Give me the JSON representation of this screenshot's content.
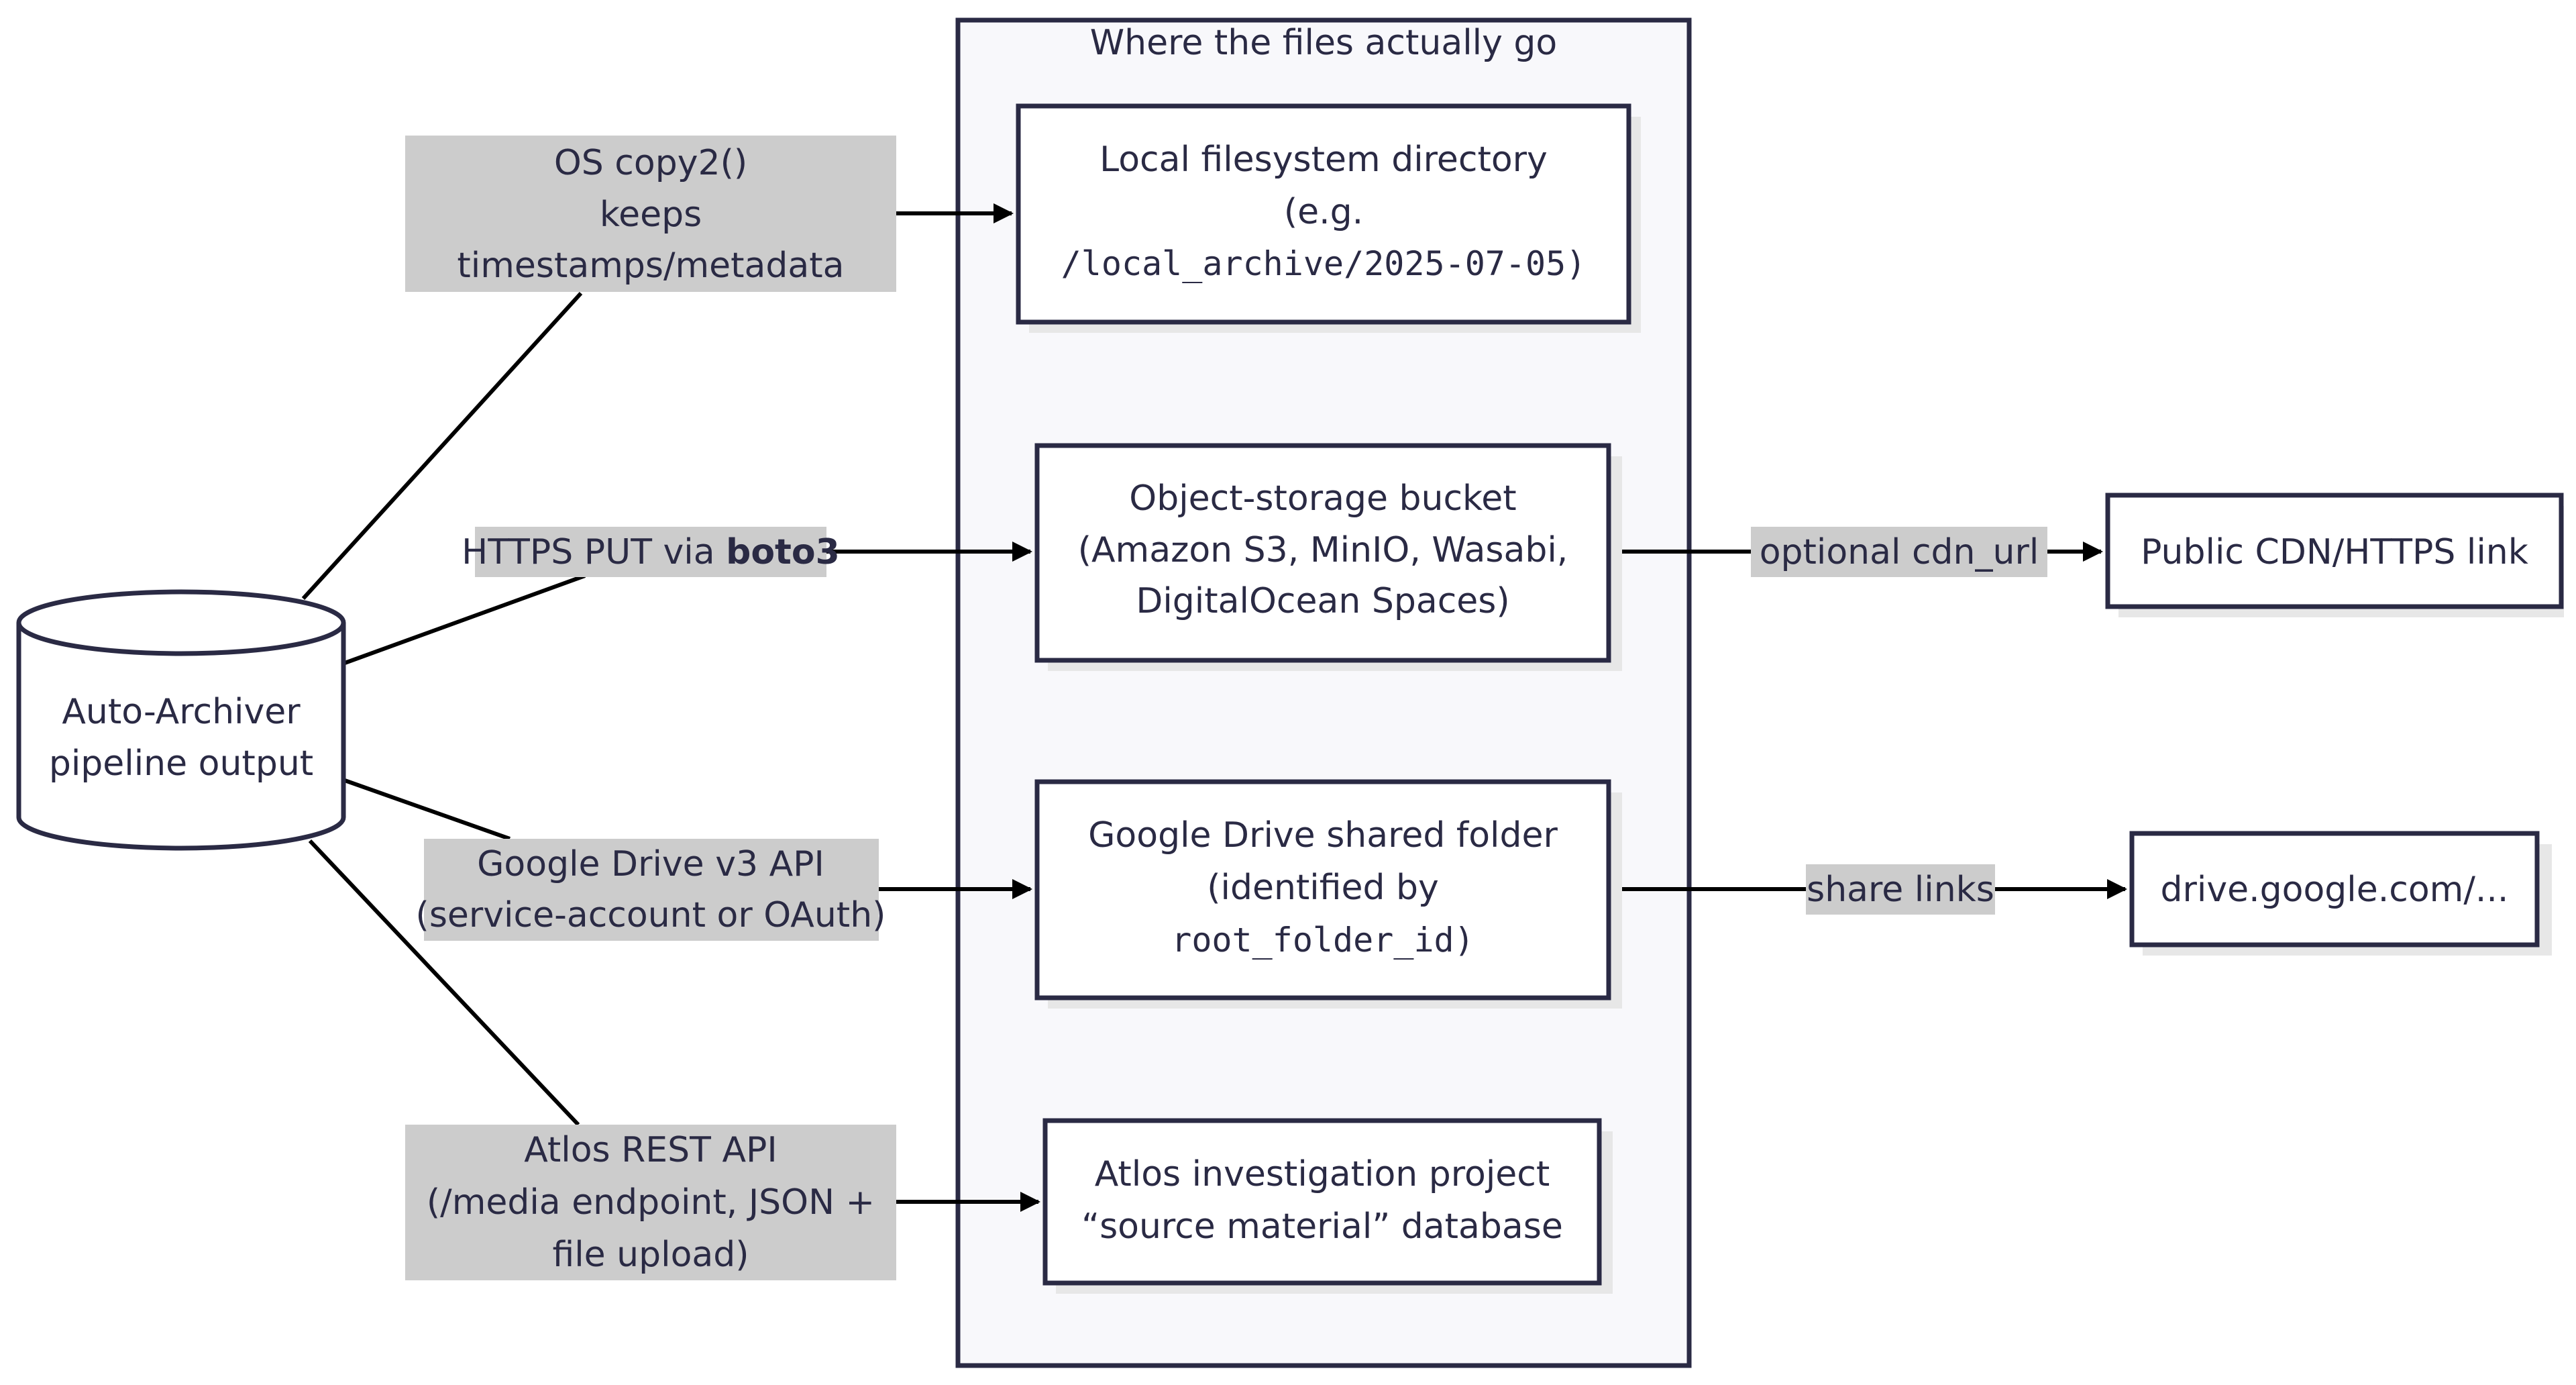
{
  "cluster": {
    "title": "Where the files actually go"
  },
  "source": {
    "line1": "Auto-Archiver",
    "line2": "pipeline output"
  },
  "destinations": {
    "local": {
      "line1": "Local filesystem directory",
      "line2": "(e.g.",
      "line3": "/local_archive/2025-07-05)"
    },
    "s3": {
      "line1": "Object-storage bucket",
      "line2": "(Amazon S3, MinIO, Wasabi,",
      "line3": "DigitalOcean Spaces)"
    },
    "gdrive": {
      "line1": "Google Drive shared folder",
      "line2": "(identified by",
      "line3": "root_folder_id)"
    },
    "atlos": {
      "line1": "Atlos investigation project",
      "line2": "“source material” database"
    }
  },
  "outputs": {
    "cdn": {
      "label": "Public CDN/HTTPS link"
    },
    "drive_link": {
      "label": "drive.google.com/..."
    }
  },
  "edge_labels": {
    "os_copy": {
      "line1": "OS copy2()",
      "line2": "keeps",
      "line3": "timestamps/metadata"
    },
    "https_put": {
      "prefix": "HTTPS PUT via ",
      "bold": "boto3"
    },
    "gdrive_api": {
      "line1": "Google Drive v3 API",
      "line2": "(service-account or OAuth)"
    },
    "atlos_api": {
      "line1": "Atlos REST API",
      "line2": "(/media endpoint, JSON +",
      "line3": "file upload)"
    },
    "cdn_url": {
      "label": "optional cdn_url"
    },
    "share_links": {
      "label": "share links"
    }
  },
  "colors": {
    "stroke": "#2a2a44",
    "cluster_fill": "#f8f8fb",
    "label_background": "#cccccc",
    "shadow": "#e7e7e7"
  }
}
